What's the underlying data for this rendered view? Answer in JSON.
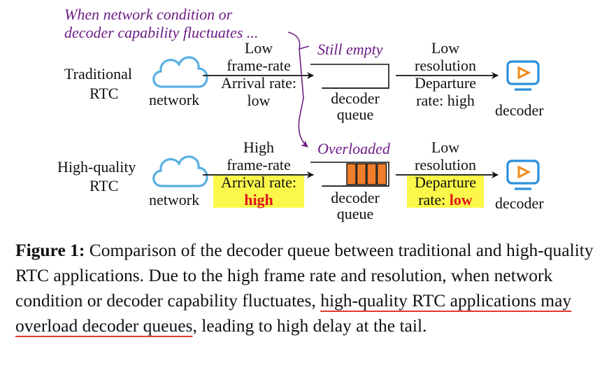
{
  "note": {
    "line1": "When network condition or",
    "line2": "decoder capability fluctuates ..."
  },
  "rows": [
    {
      "name": "traditional",
      "label_line1": "Traditional",
      "label_line2": "RTC",
      "network_label": "network",
      "arrival_line1": "Low",
      "arrival_line2": "frame-rate",
      "arrival_line3": "Arrival rate:",
      "arrival_value": "low",
      "queue_state": "Still empty",
      "queue_label_line1": "decoder",
      "queue_label_line2": "queue",
      "departure_line1": "Low",
      "departure_line2": "resolution",
      "departure_line3": "Departure",
      "departure_line4": "rate: high",
      "decoder_label": "decoder",
      "filled_slots": 0
    },
    {
      "name": "high-quality",
      "label_line1": "High-quality",
      "label_line2": "RTC",
      "network_label": "network",
      "arrival_line1": "High",
      "arrival_line2": "frame-rate",
      "arrival_line3": "Arrival rate:",
      "arrival_value": "high",
      "queue_state": "Overloaded",
      "queue_label_line1": "decoder",
      "queue_label_line2": "queue",
      "departure_line1": "Low",
      "departure_line2": "resolution",
      "departure_line3": "Departure",
      "departure_prefix": "rate: ",
      "departure_value": "low",
      "decoder_label": "decoder",
      "filled_slots": 4
    }
  ],
  "colors": {
    "note": "#6e1d86",
    "cloud": "#5ab0e3",
    "decoder_icon": "#2b8fdc",
    "decoder_play": "#f08a1c",
    "queue_fill": "#f07d2a",
    "highlight": "#fbf84a",
    "emphasis": "#e0161b",
    "underline": "#e03a2e"
  },
  "caption": {
    "label": "Figure 1:",
    "text1": " Comparison of the decoder queue between traditional and high-quality RTC applications. Due to the high frame rate and resolution, when network condition or decoder capability fluctuates, ",
    "underlined": "high-quality RTC applications may overload decoder queues",
    "text2": ", leading to high delay at the tail."
  }
}
